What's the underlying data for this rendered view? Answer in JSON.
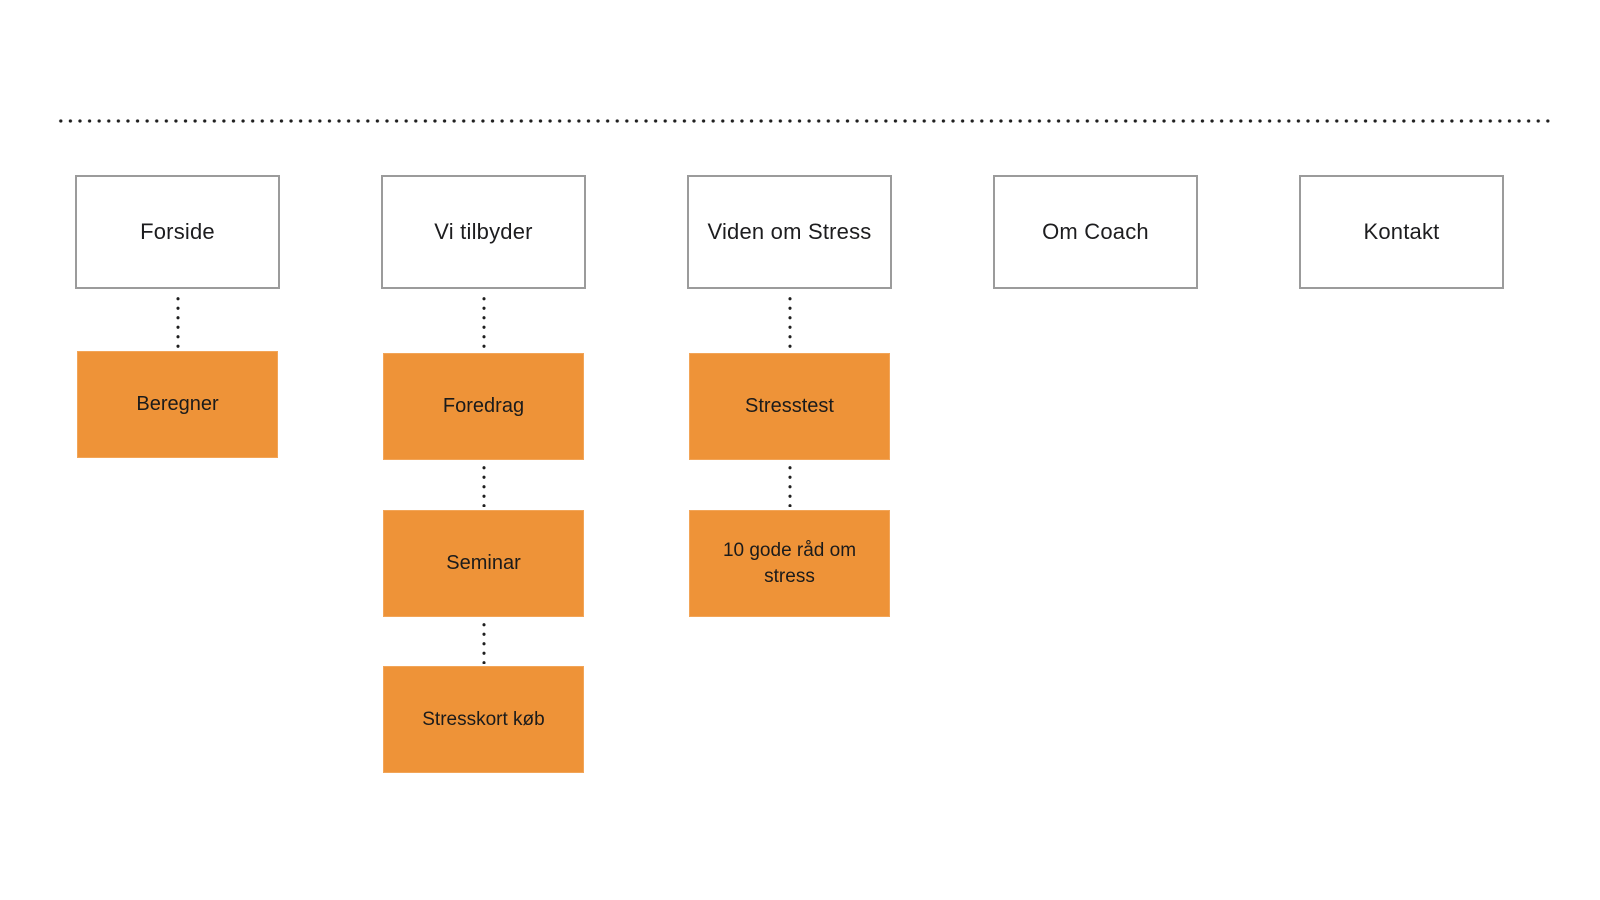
{
  "colors": {
    "orange": "#EE9338",
    "orange_border": "#F2A558",
    "parent_border_gray": "#9B9B9B",
    "text": "#1D1D1F",
    "dots": "#1F1F1F",
    "background": "#FFFFFF"
  },
  "sitemap": {
    "columns": [
      {
        "parent": {
          "label": "Forside"
        },
        "children": [
          {
            "label": "Beregner"
          }
        ]
      },
      {
        "parent": {
          "label": "Vi tilbyder"
        },
        "children": [
          {
            "label": "Foredrag"
          },
          {
            "label": "Seminar"
          },
          {
            "label": "Stresskort køb"
          }
        ]
      },
      {
        "parent": {
          "label": "Viden om Stress"
        },
        "children": [
          {
            "label": "Stresstest"
          },
          {
            "label": "10 gode råd om stress"
          }
        ]
      },
      {
        "parent": {
          "label": "Om Coach"
        },
        "children": []
      },
      {
        "parent": {
          "label": "Kontakt"
        },
        "children": []
      }
    ]
  }
}
